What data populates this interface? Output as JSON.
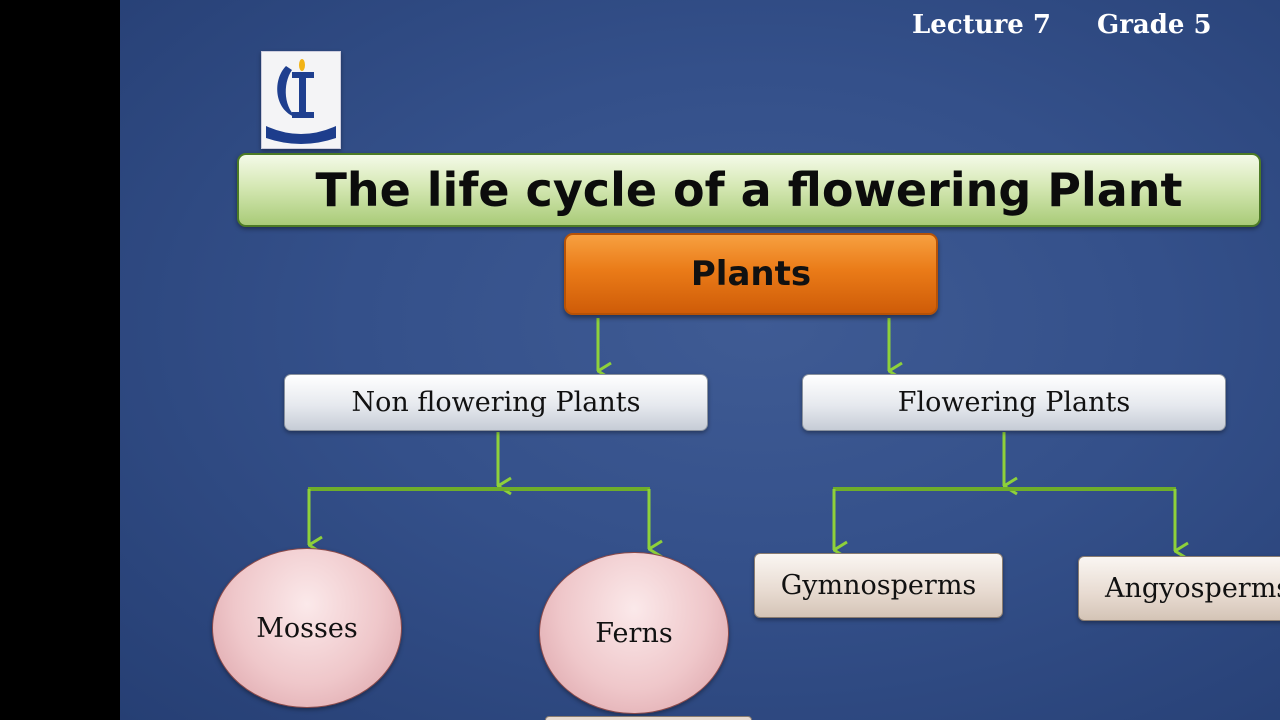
{
  "header": {
    "lecture": "Lecture 7",
    "grade": "Grade 5"
  },
  "title": "The life cycle of a flowering Plant",
  "diagram": {
    "root": "Plants",
    "branches": [
      {
        "label": "Non flowering Plants",
        "children": [
          "Mosses",
          "Ferns"
        ]
      },
      {
        "label": "Flowering Plants",
        "children": [
          "Gymnosperms",
          "Angyosperms"
        ]
      }
    ]
  },
  "colors": {
    "background": "#34508a",
    "connector": "#8ed13a",
    "root_fill": "#ea7b18",
    "title_fill": "#d5e8b4"
  },
  "icons": {
    "logo": "school-crest-logo"
  }
}
